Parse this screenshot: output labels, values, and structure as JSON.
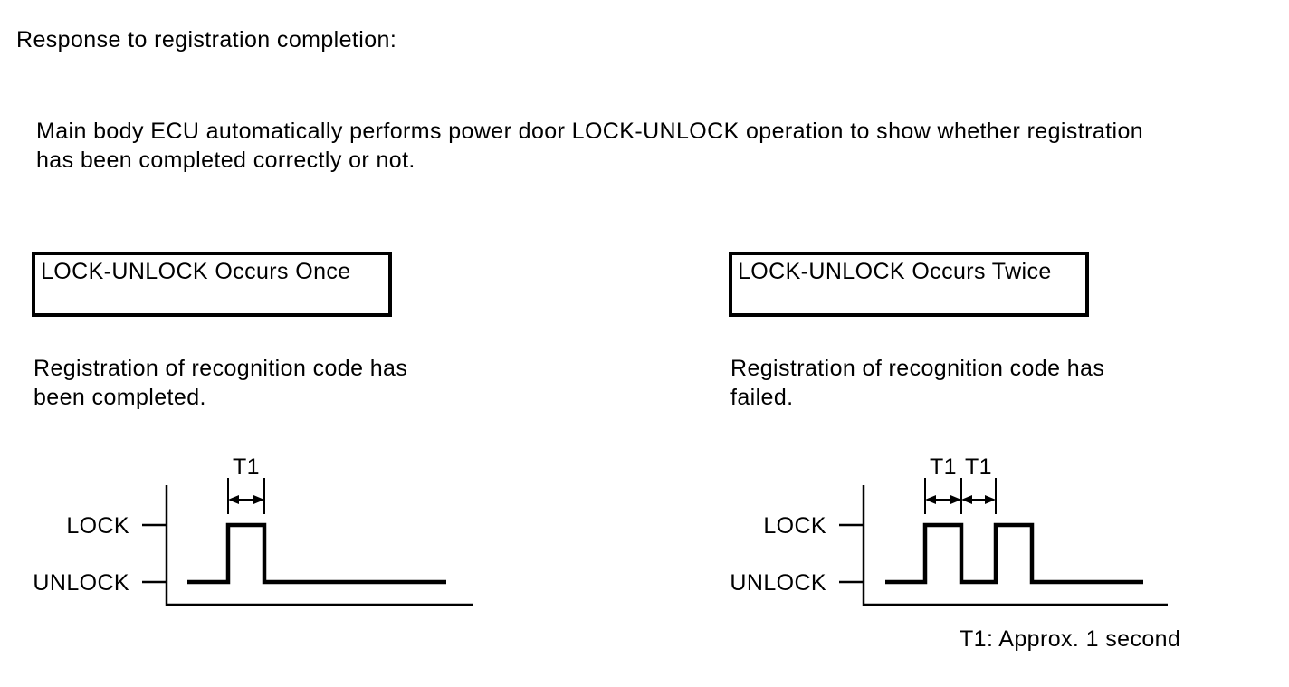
{
  "page": {
    "title": "Response to registration completion:",
    "paragraph": "Main body ECU automatically performs power door LOCK-UNLOCK operation to show whether registration\nhas been completed correctly or not.",
    "t1_note": "T1: Approx. 1 second"
  },
  "colors": {
    "ink": "#000000",
    "background": "#ffffff"
  },
  "panels": [
    {
      "box_label": "LOCK-UNLOCK Occurs Once",
      "description": "Registration of recognition code has\nbeen completed.",
      "diagram": {
        "y_labels": [
          "LOCK",
          "UNLOCK"
        ],
        "t1_labels": [
          "T1"
        ],
        "waveform": {
          "type": "pulse-timing",
          "levels": [
            "UNLOCK",
            "LOCK"
          ],
          "pulse_count": 1,
          "pulse_width": "T1",
          "sequence": [
            "UNLOCK",
            "LOCK (T1)",
            "UNLOCK"
          ]
        }
      }
    },
    {
      "box_label": "LOCK-UNLOCK Occurs Twice",
      "description": "Registration of recognition code has\nfailed.",
      "diagram": {
        "y_labels": [
          "LOCK",
          "UNLOCK"
        ],
        "t1_labels": [
          "T1",
          "T1"
        ],
        "waveform": {
          "type": "pulse-timing",
          "levels": [
            "UNLOCK",
            "LOCK"
          ],
          "pulse_count": 2,
          "pulse_width": "T1",
          "gap_width": "T1",
          "sequence": [
            "UNLOCK",
            "LOCK (T1)",
            "UNLOCK (T1)",
            "LOCK",
            "UNLOCK"
          ]
        }
      }
    }
  ]
}
